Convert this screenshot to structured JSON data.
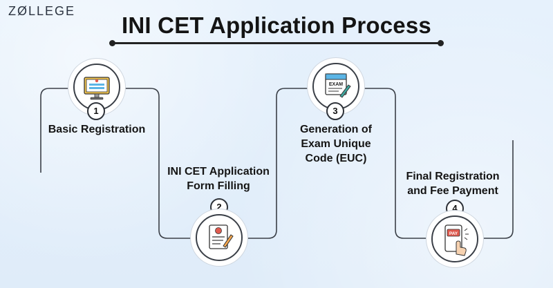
{
  "brand": {
    "logo_text": "ZØLLEGE"
  },
  "title": "INI CET Application Process",
  "steps": [
    {
      "number": "1",
      "lines": [
        "Basic Registration"
      ],
      "icon": "computer-login-icon"
    },
    {
      "number": "2",
      "lines": [
        "INI CET Application",
        "Form Filling"
      ],
      "icon": "application-form-icon"
    },
    {
      "number": "3",
      "lines": [
        "Generation of",
        "Exam Unique",
        "Code (EUC)"
      ],
      "icon": "exam-code-icon"
    },
    {
      "number": "4",
      "lines": [
        "Final Registration",
        "and Fee Payment"
      ],
      "icon": "pay-tap-icon"
    }
  ],
  "icon_text": {
    "exam": "EXAM",
    "pay": "PAY"
  },
  "colors": {
    "background": "#e3effb",
    "line": "#3a3f47",
    "title": "#141414",
    "accent_red": "#e05a4e",
    "accent_teal": "#3fa9a0"
  }
}
